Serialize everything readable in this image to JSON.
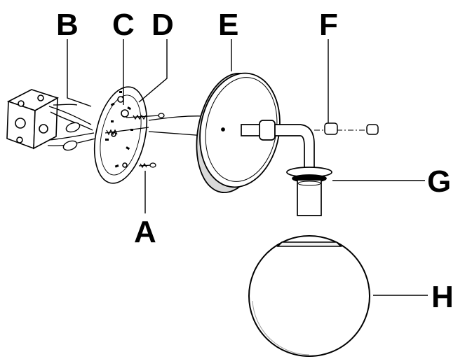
{
  "diagram": {
    "labels": {
      "A": "A",
      "B": "B",
      "C": "C",
      "D": "D",
      "E": "E",
      "F": "F",
      "G": "G",
      "H": "H"
    },
    "colors": {
      "ink": "#000000",
      "paper": "#ffffff",
      "shade": "#d9d9d9",
      "globe_shade": "#f2f2f2"
    }
  }
}
